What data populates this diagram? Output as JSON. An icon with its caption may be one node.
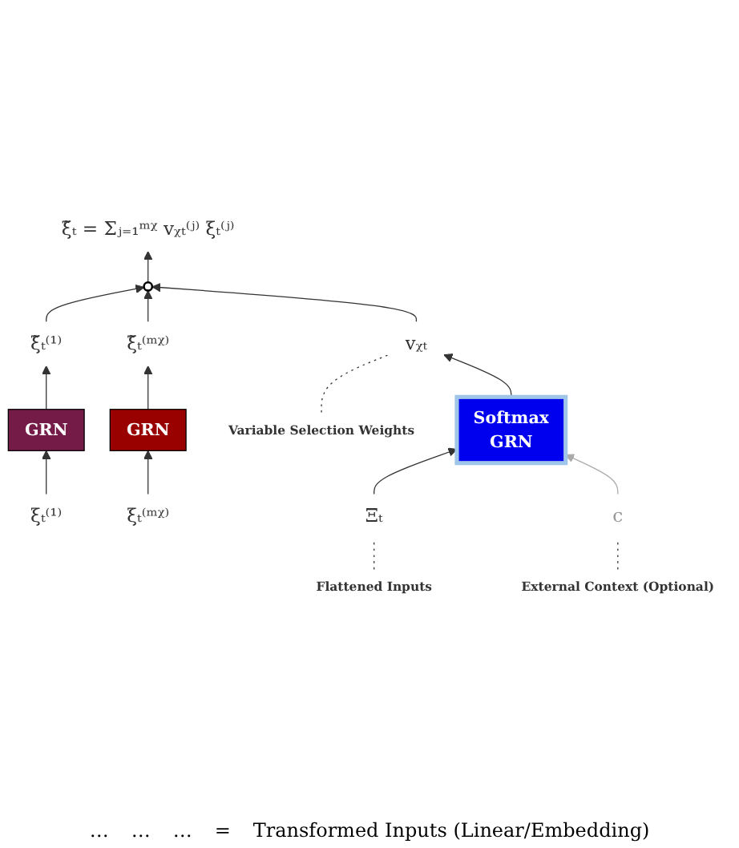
{
  "diagram": {
    "nodes": [
      {
        "text": [
          "ξ̃ₜ = Σⱼ₌₁ᵐᵡ vᵪₜ⁽ʲ⁾ ξₜ⁽ʲ⁾"
        ]
      },
      {
        "text": [],
        "shape": "circle"
      },
      {
        "text": [
          "ξ̃ₜ⁽¹⁾"
        ]
      },
      {
        "text": [
          "ξ̃ₜ⁽ᵐᵡ⁾"
        ]
      },
      {
        "text": [
          "Variable Selection Weights"
        ]
      },
      {
        "text": [
          "vᵪₜ"
        ]
      },
      {
        "text": [
          "GRN"
        ]
      },
      {
        "text": [
          "GRN"
        ]
      },
      {
        "text": [
          "Softmax",
          "GRN"
        ]
      },
      {
        "text": [
          "ξₜ⁽¹⁾"
        ]
      },
      {
        "text": [
          "ξₜ⁽ᵐᵡ⁾"
        ]
      },
      {
        "text": [
          "Ξₜ"
        ]
      },
      {
        "text": [
          "c"
        ]
      },
      {
        "text": [
          "Flattened Inputs"
        ]
      },
      {
        "text": [
          "External Context (Optional)"
        ]
      }
    ],
    "edges": [
      {
        "from": 1,
        "to": 0,
        "arrow": "to"
      },
      {
        "from": 2,
        "to": 1,
        "arrow": "to"
      },
      {
        "from": 3,
        "to": 1,
        "arrow": "to"
      },
      {
        "from": 5,
        "to": 1,
        "arrow": "to"
      },
      {
        "from": 4,
        "to": 5,
        "arrow": "none",
        "style": "dashed"
      },
      {
        "from": 6,
        "to": 2,
        "arrow": "to"
      },
      {
        "from": 7,
        "to": 3,
        "arrow": "to"
      },
      {
        "from": 8,
        "to": 5,
        "arrow": "to"
      },
      {
        "from": 9,
        "to": 6,
        "arrow": "to"
      },
      {
        "from": 10,
        "to": 7,
        "arrow": "to"
      },
      {
        "from": 11,
        "to": 8,
        "arrow": "to"
      },
      {
        "from": 12,
        "to": 8,
        "arrow": "to",
        "color": "#aaaaaa"
      },
      {
        "from": 13,
        "to": 11,
        "arrow": "none",
        "style": "dashed"
      },
      {
        "from": 14,
        "to": 12,
        "arrow": "none",
        "style": "dashed"
      }
    ],
    "labels": [
      "…",
      "…",
      "…",
      "=",
      "Transformed Inputs (Linear/Embedding)"
    ]
  }
}
